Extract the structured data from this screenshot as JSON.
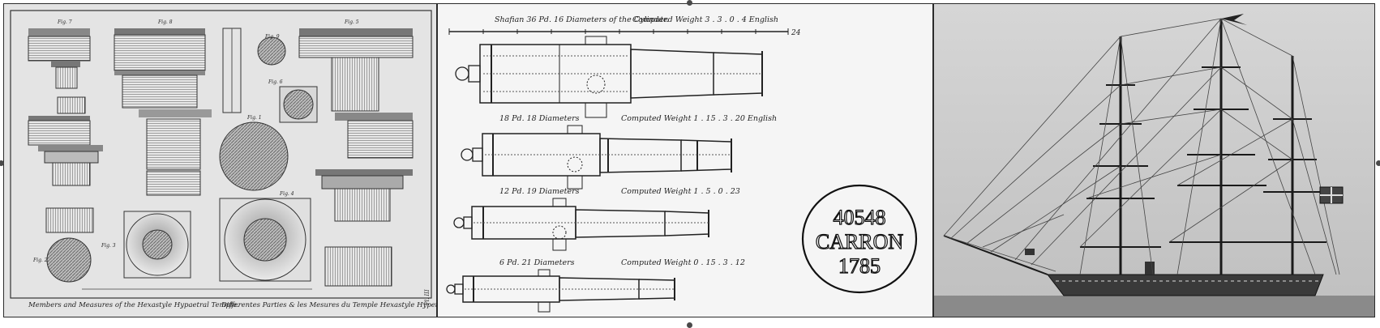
{
  "temple": {
    "caption_en": "Members and Measures of the Hexastyle Hypaetral Temple.",
    "caption_fr": "Differentes Parties & les Mesures du Temple Hexastyle Hypetre.",
    "plate_number": "Pl. III",
    "figures": [
      "Fig. 7",
      "Fig. 8",
      "Fig. 9",
      "Fig. 1",
      "Fig. 2",
      "Fig. 3",
      "Fig. 4",
      "Fig. 5",
      "Fig. 6"
    ]
  },
  "cannons": {
    "rows": [
      {
        "heading": "Shafian 36 Pd. 16 Diameters of the Cylinder.",
        "weight": "Computed Weight 3 . 3 . 0 . 4 English"
      },
      {
        "heading": "18 Pd. 18 Diameters",
        "weight": "Computed Weight 1 . 15 . 3 . 20 English"
      },
      {
        "heading": "12 Pd. 19 Diameters",
        "weight": "Computed Weight 1 . 5 . 0 . 23"
      },
      {
        "heading": "6 Pd. 21 Diameters",
        "weight": "Computed Weight 0 . 15 . 3 . 12"
      }
    ],
    "scale_end": "24",
    "stamp": {
      "number": "40548",
      "name": "CARRON",
      "year": "1785"
    }
  },
  "ship": {
    "type": "rigging-diagram"
  },
  "colors": {
    "ink": "#1e1e1e",
    "paper_temple": "#e4e4e4",
    "paper_cannon": "#f5f5f5",
    "sky_ship": "#cfcfcf",
    "handle": "#4a4a4a"
  }
}
